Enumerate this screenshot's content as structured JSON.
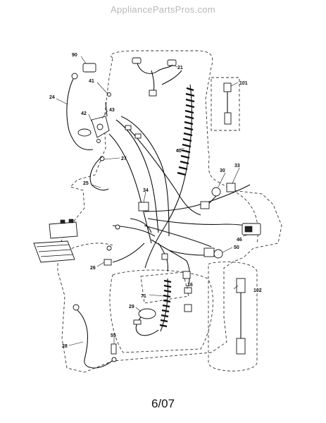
{
  "header": {
    "watermark": "AppliancePartsPros.com"
  },
  "footer": {
    "date_code": "6/07"
  },
  "callouts": {
    "c90": "90",
    "c21": "21",
    "c101": "101",
    "c41": "41",
    "c24": "24",
    "c43": "43",
    "c42": "42",
    "c40": "40",
    "c27": "27",
    "c33": "33",
    "c30": "30",
    "c25": "25",
    "c34": "34",
    "c46": "46",
    "c50": "50",
    "c26": "26",
    "c16": "16",
    "c71": "71",
    "c102": "102",
    "c29": "29",
    "c28": "28",
    "c55": "55"
  }
}
